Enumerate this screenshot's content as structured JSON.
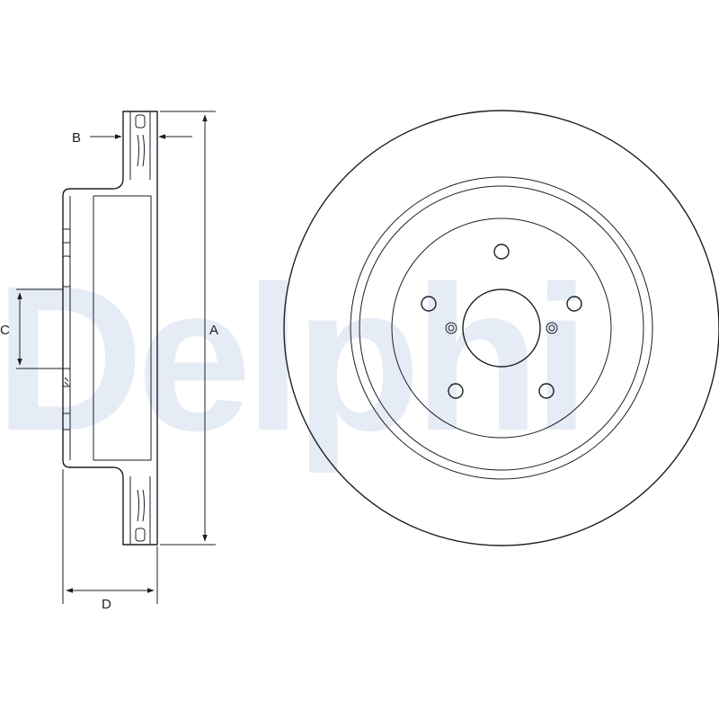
{
  "watermark": {
    "text": "Delphi",
    "color": "#c9d7ea"
  },
  "dimensions": {
    "a": "A",
    "b": "B",
    "c": "C",
    "d": "D"
  },
  "colors": {
    "stroke": "#1b1f29",
    "background": "#ffffff"
  }
}
